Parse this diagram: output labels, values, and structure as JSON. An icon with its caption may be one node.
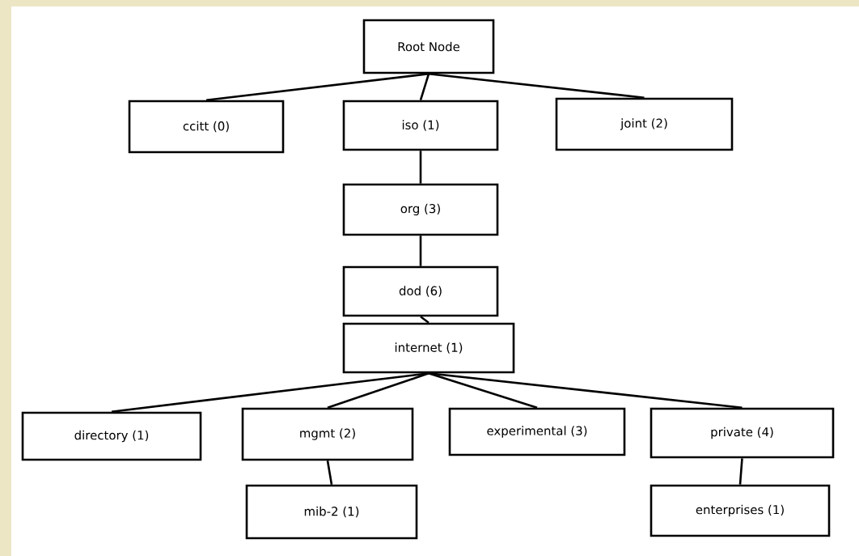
{
  "diagram": {
    "nodes": [
      {
        "text": [
          "Root Node"
        ]
      },
      {
        "text": [
          "ccitt (0)"
        ]
      },
      {
        "text": [
          "iso (1)"
        ]
      },
      {
        "text": [
          "joint (2)"
        ]
      },
      {
        "text": [
          "org (3)"
        ]
      },
      {
        "text": [
          "dod (6)"
        ]
      },
      {
        "text": [
          "internet (1)"
        ]
      },
      {
        "text": [
          "directory (1)"
        ]
      },
      {
        "text": [
          "mgmt (2)"
        ]
      },
      {
        "text": [
          "experimental (3)"
        ]
      },
      {
        "text": [
          "private (4)"
        ]
      },
      {
        "text": [
          "mib-2 (1)"
        ]
      },
      {
        "text": [
          "enterprises (1)"
        ]
      }
    ],
    "edges": [
      {
        "from": 0,
        "to": 1,
        "arrow": "none"
      },
      {
        "from": 0,
        "to": 2,
        "arrow": "none"
      },
      {
        "from": 0,
        "to": 3,
        "arrow": "none"
      },
      {
        "from": 2,
        "to": 4,
        "arrow": "none"
      },
      {
        "from": 4,
        "to": 5,
        "arrow": "none"
      },
      {
        "from": 5,
        "to": 6,
        "arrow": "none"
      },
      {
        "from": 6,
        "to": 7,
        "arrow": "none"
      },
      {
        "from": 6,
        "to": 8,
        "arrow": "none"
      },
      {
        "from": 6,
        "to": 9,
        "arrow": "none"
      },
      {
        "from": 6,
        "to": 10,
        "arrow": "none"
      },
      {
        "from": 8,
        "to": 11,
        "arrow": "none"
      },
      {
        "from": 10,
        "to": 12,
        "arrow": "none"
      }
    ]
  }
}
